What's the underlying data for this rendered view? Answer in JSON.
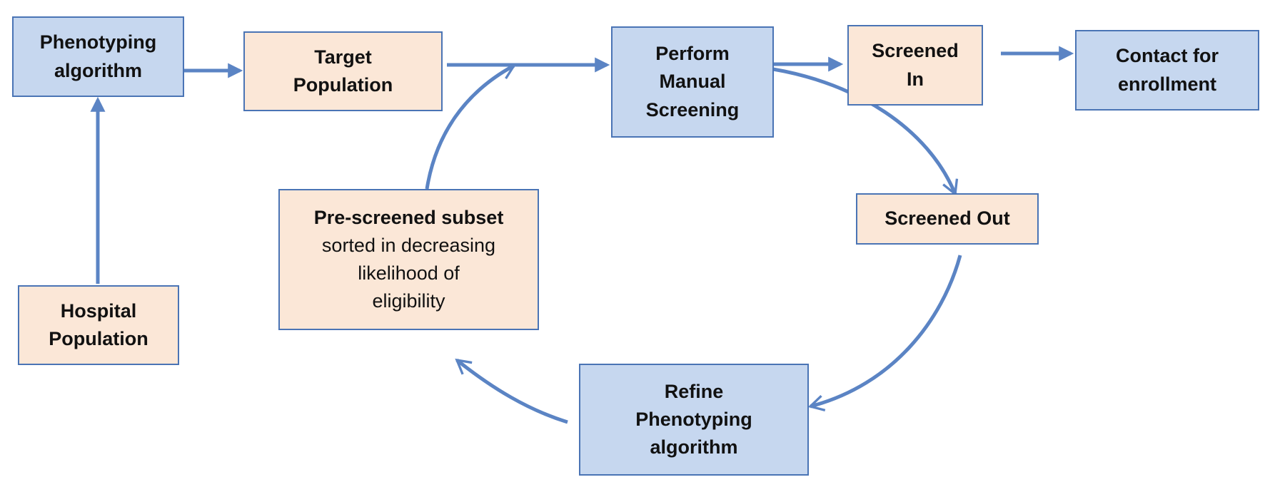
{
  "colors": {
    "process_fill": "#c6d7ef",
    "population_fill": "#fbe7d7",
    "border": "#4a74b5",
    "arrow": "#5b84c4"
  },
  "nodes": {
    "phenotyping_algorithm": {
      "line1": "Phenotyping",
      "line2": "algorithm"
    },
    "target_population": {
      "line1": "Target",
      "line2": "Population"
    },
    "manual_screening": {
      "line1": "Perform",
      "line2": "Manual",
      "line3": "Screening"
    },
    "screened_in": {
      "line1": "Screened",
      "line2": "In"
    },
    "contact_enrollment": {
      "line1": "Contact for",
      "line2": "enrollment"
    },
    "screened_out": {
      "line1": "Screened Out"
    },
    "hospital_population": {
      "line1": "Hospital",
      "line2": "Population"
    },
    "pre_screened_subset": {
      "line1": "Pre-screened subset",
      "line2": "sorted in decreasing",
      "line3": "likelihood of",
      "line4": "eligibility"
    },
    "refine_algorithm": {
      "line1": "Refine",
      "line2": "Phenotyping",
      "line3": "algorithm"
    }
  }
}
